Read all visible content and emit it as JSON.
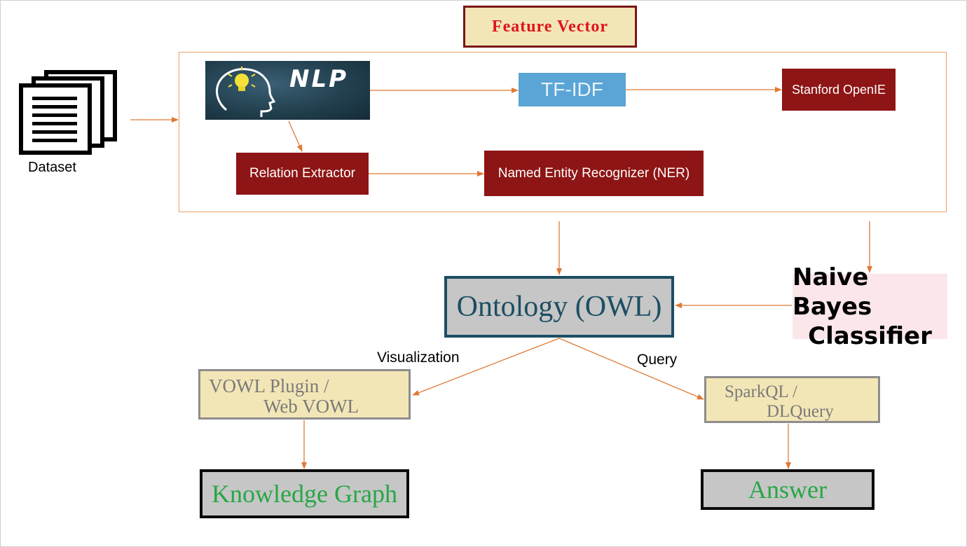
{
  "feature_vector": "Feature Vector",
  "dataset_label": "Dataset",
  "nlp_banner": "NLP",
  "tfidf": "TF-IDF",
  "stanford": "Stanford OpenIE",
  "relation_extractor": "Relation Extractor",
  "ner": "Named Entity Recognizer (NER)",
  "ontology": "Ontology (OWL)",
  "naive_bayes": {
    "line1": "Naive Bayes",
    "line2": "Classifier"
  },
  "visualization_label": "Visualization",
  "query_label": "Query",
  "vowl": {
    "line1": "VOWL Plugin /",
    "line2": "Web VOWL"
  },
  "sparkql": {
    "line1": "SparkQL /",
    "line2": "DLQuery"
  },
  "knowledge_graph": "Knowledge Graph",
  "answer": "Answer",
  "colors": {
    "arrow": "#e07a35",
    "dark_red": "#8e1515",
    "tfidf_blue": "#5aa5d6",
    "ontology_border": "#1c4e63",
    "beige": "#f3e6b6",
    "result_text_green": "#27a745",
    "naive_bg": "#fbe6ea"
  }
}
